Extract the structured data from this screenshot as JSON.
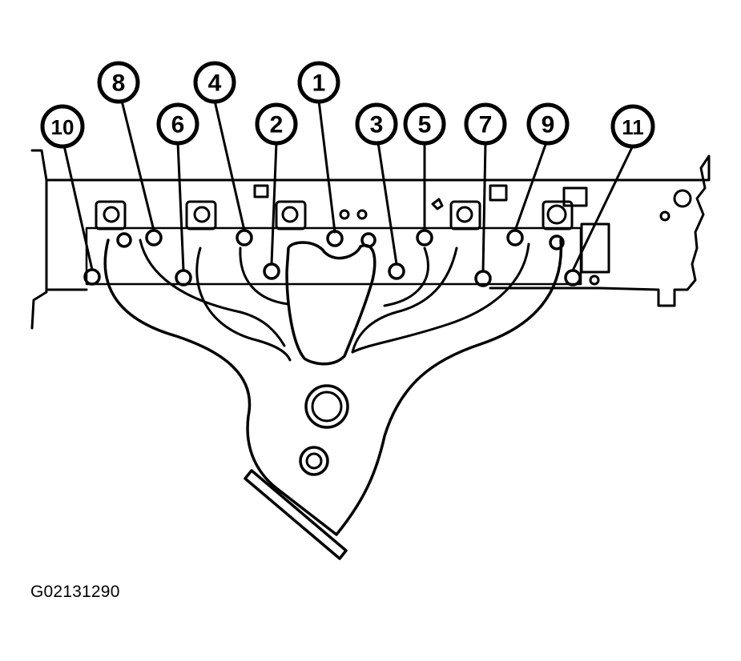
{
  "figure_id": "G02131290",
  "callouts": [
    "1",
    "2",
    "3",
    "4",
    "5",
    "6",
    "7",
    "8",
    "9",
    "10",
    "11"
  ],
  "colors": {
    "ink": "#000000",
    "paper": "#ffffff"
  }
}
